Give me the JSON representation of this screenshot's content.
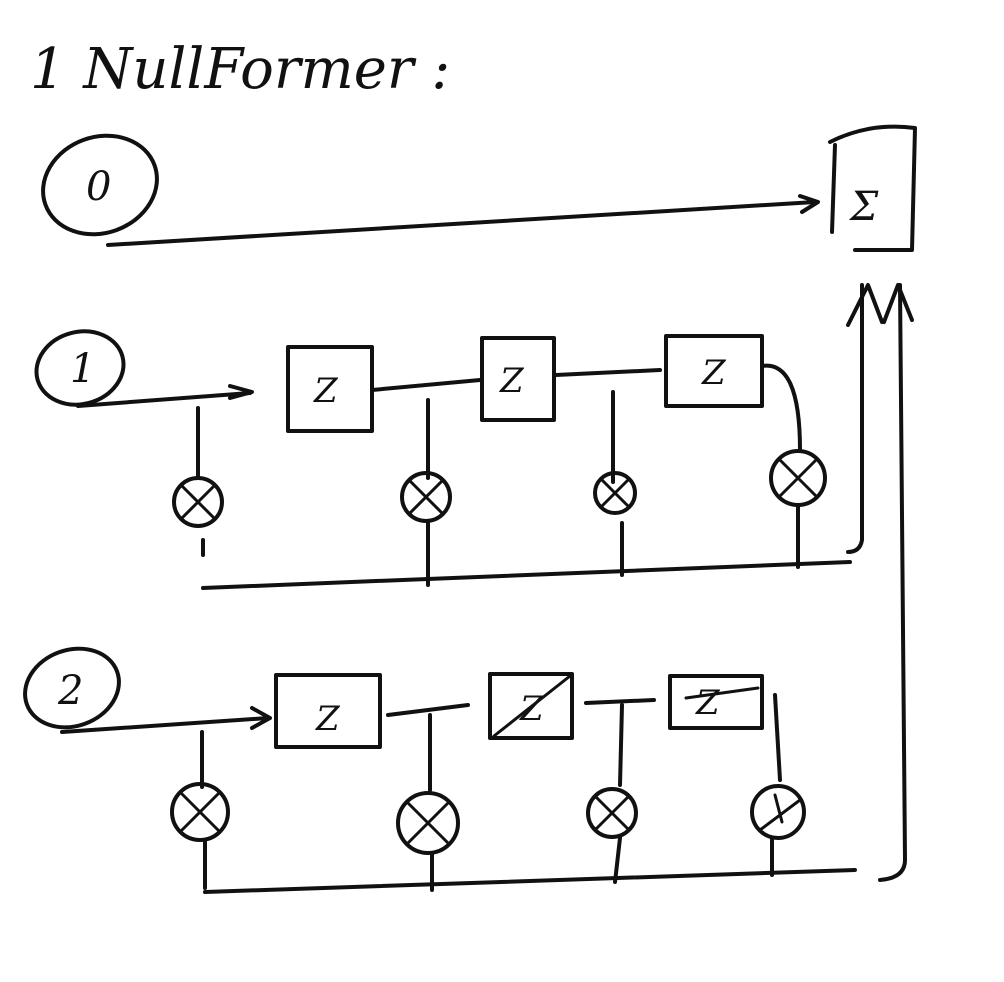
{
  "title": "1  NullFormer :",
  "ink_color": "#111111",
  "paper_color": "#ffffff",
  "summation": {
    "symbol": "Σ"
  },
  "rows": [
    {
      "label": "0",
      "blocks": [],
      "multipliers": 0
    },
    {
      "label": "1",
      "blocks": [
        {
          "symbol": "Z",
          "crossed": false
        },
        {
          "symbol": "Z",
          "crossed": false
        },
        {
          "symbol": "Z",
          "crossed": false
        }
      ],
      "multipliers": 4,
      "multiplier_symbol": "⊗"
    },
    {
      "label": "2",
      "blocks": [
        {
          "symbol": "Z",
          "crossed": false
        },
        {
          "symbol": "Z",
          "crossed": true
        },
        {
          "symbol": "Z",
          "crossed": true
        }
      ],
      "multipliers": 4,
      "multiplier_symbol": "⊗"
    }
  ]
}
